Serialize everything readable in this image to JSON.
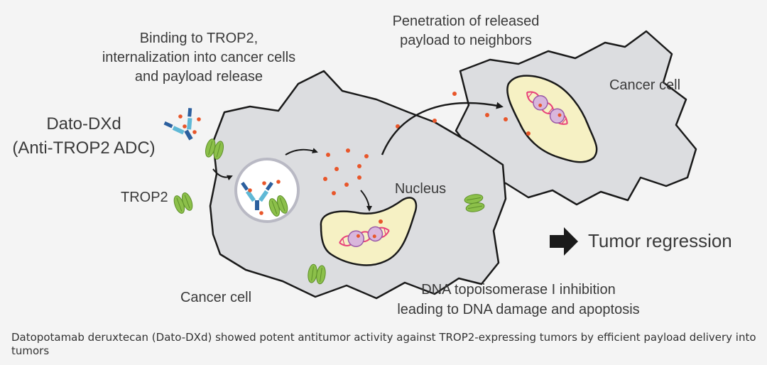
{
  "labels": {
    "binding_line1": "Binding to TROP2,",
    "binding_line2": "internalization into cancer cells",
    "binding_line3": "and payload release",
    "penetration_line1": "Penetration of released",
    "penetration_line2": "payload to neighbors",
    "drug_line1": "Dato-DXd",
    "drug_line2": "(Anti-TROP2 ADC)",
    "trop2": "TROP2",
    "nucleus": "Nucleus",
    "cancer_cell_main": "Cancer cell",
    "cancer_cell_neighbor": "Cancer cell",
    "dna_line1": "DNA topoisomerase I inhibition",
    "dna_line2": "leading to DNA damage and apoptosis",
    "tumor_regression": "Tumor regression"
  },
  "caption": "Datopotamab deruxtecan (Dato-DXd) showed potent antitumor activity against TROP2-expressing tumors by efficient payload delivery into tumors",
  "colors": {
    "background": "#f4f4f4",
    "cell_fill": "#dcdde0",
    "cell_stroke": "#1a1a1a",
    "nucleus_fill": "#f6f1c4",
    "payload_dot": "#e8562a",
    "receptor_green": "#8cc04a",
    "antibody_light": "#5fb8d6",
    "antibody_dark": "#2b5f9e",
    "dna_pink": "#e8407a",
    "text": "#3a3a3a"
  },
  "icons": {
    "receptor": "trop2-receptor-icon",
    "antibody": "antibody-drug-conjugate-icon",
    "arrow": "black-arrow-icon",
    "dna": "dna-helix-icon"
  }
}
